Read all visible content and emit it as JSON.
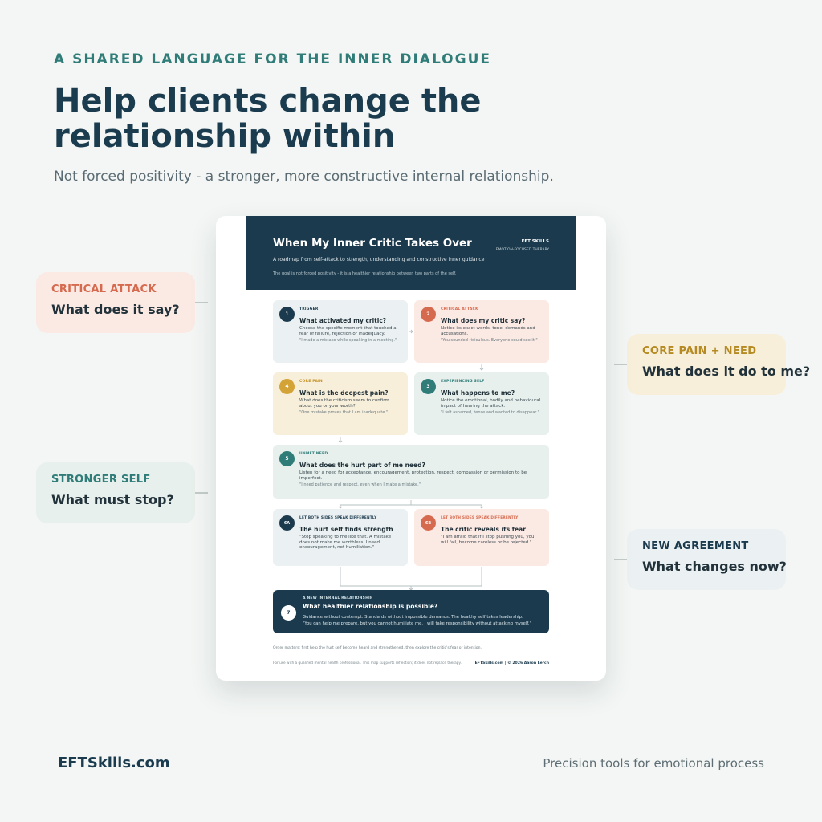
{
  "hero": {
    "eyebrow": "A SHARED LANGUAGE FOR THE INNER DIALOGUE",
    "title": "Help clients change the relationship within",
    "subtitle": "Not forced positivity - a stronger, more constructive internal relationship."
  },
  "callouts": [
    {
      "tag": "CRITICAL ATTACK",
      "question": "What does it say?",
      "bg": "#fbe9e4",
      "color": "#d66a4e"
    },
    {
      "tag": "CORE PAIN + NEED",
      "question": "What does it do to me?",
      "bg": "#f8efdb",
      "color": "#b58a22"
    },
    {
      "tag": "STRONGER SELF",
      "question": "What must stop?",
      "bg": "#e7f0ec",
      "color": "#2f7c78"
    },
    {
      "tag": "NEW AGREEMENT",
      "question": "What changes now?",
      "bg": "#ebf1f2",
      "color": "#1b3a4d"
    }
  ],
  "doc": {
    "title": "When My Inner Critic Takes Over",
    "brand": "EFT SKILLS",
    "brand_sub": "EMOTION-FOCUSED THERAPY",
    "lead": "A roadmap from self-attack to strength, understanding and constructive inner guidance",
    "goal": "The goal is not forced positivity - it is a healthier relationship between two parts of the self.",
    "steps": [
      {
        "num": "1",
        "tag": "TRIGGER",
        "question": "What activated my critic?",
        "desc": "Choose the specific moment that touched a fear of failure, rejection or inadequacy.",
        "example": "\"I made a mistake while speaking in a meeting.\"",
        "bg": "#ebf1f2",
        "accent": "#1b3a4d"
      },
      {
        "num": "2",
        "tag": "CRITICAL ATTACK",
        "question": "What does my critic say?",
        "desc": "Notice its exact words, tone, demands and accusations.",
        "example": "\"You sounded ridiculous. Everyone could see it.\"",
        "bg": "#fbe9e4",
        "accent": "#d66a4e"
      },
      {
        "num": "4",
        "tag": "CORE PAIN",
        "question": "What is the deepest pain?",
        "desc": "What does the criticism seem to confirm about you or your worth?",
        "example": "\"One mistake proves that I am inadequate.\"",
        "bg": "#f8efdb",
        "accent": "#d4a338"
      },
      {
        "num": "3",
        "tag": "EXPERIENCING SELF",
        "question": "What happens to me?",
        "desc": "Notice the emotional, bodily and behavioural impact of hearing the attack.",
        "example": "\"I felt ashamed, tense and wanted to disappear.\"",
        "bg": "#e7f0ec",
        "accent": "#2f7c78"
      },
      {
        "num": "5",
        "tag": "UNMET NEED",
        "question": "What does the hurt part of me need?",
        "desc": "Listen for a need for acceptance, encouragement, protection, respect, compassion or permission to be imperfect.",
        "example": "\"I need patience and respect, even when I make a mistake.\"",
        "bg": "#e7f0ec",
        "accent": "#2f7c78"
      },
      {
        "num": "6A",
        "tag": "LET BOTH SIDES SPEAK DIFFERENTLY",
        "question": "The hurt self finds strength",
        "desc": "\"Stop speaking to me like that. A mistake does not make me worthless. I need encouragement, not humiliation.\"",
        "example": "",
        "bg": "#ebf1f2",
        "accent": "#1b3a4d"
      },
      {
        "num": "6B",
        "tag": "LET BOTH SIDES SPEAK DIFFERENTLY",
        "question": "The critic reveals its fear",
        "desc": "\"I am afraid that if I stop pushing you, you will fail, become careless or be rejected.\"",
        "example": "",
        "bg": "#fbe9e4",
        "accent": "#d66a4e"
      }
    ],
    "final": {
      "num": "7",
      "tag": "A NEW INTERNAL RELATIONSHIP",
      "question": "What healthier relationship is possible?",
      "desc": "Guidance without contempt. Standards without impossible demands. The healthy self takes leadership.",
      "example": "\"You can help me prepare, but you cannot humiliate me. I will take responsibility without attacking myself.\""
    },
    "order_note": "Order matters: first help the hurt self become heard and strengthened, then explore the critic's fear or intention.",
    "footer_left": "For use with a qualified mental health professional. This map supports reflection; it does not replace therapy.",
    "footer_right": "EFTSkills.com  |  © 2026 Aaron Lerch"
  },
  "footer": {
    "brand": "EFTSkills.com",
    "tagline": "Precision tools for emotional process"
  }
}
